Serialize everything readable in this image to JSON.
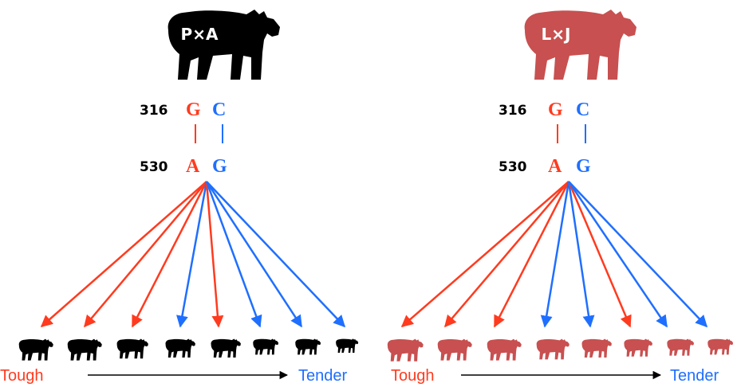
{
  "colors": {
    "allele_a": "#ff3b1f",
    "allele_b": "#1f6fff",
    "panel_left_animal": "#000000",
    "panel_right_animal": "#c85050",
    "axis": "#000000",
    "label_text": "#ffffff"
  },
  "panels": [
    {
      "cross_label": "P×A",
      "position_top": "316",
      "position_bottom": "530",
      "allele_top_left": "G",
      "allele_top_right": "C",
      "allele_bottom_left": "A",
      "allele_bottom_right": "G",
      "offspring_alleles": [
        "a",
        "a",
        "a",
        "b",
        "a",
        "b",
        "b",
        "b"
      ],
      "scale_left": "Tough",
      "scale_right": "Tender"
    },
    {
      "cross_label": "L×J",
      "position_top": "316",
      "position_bottom": "530",
      "allele_top_left": "G",
      "allele_top_right": "C",
      "allele_bottom_left": "A",
      "allele_bottom_right": "G",
      "offspring_alleles": [
        "a",
        "a",
        "a",
        "b",
        "b",
        "a",
        "b",
        "b"
      ],
      "scale_left": "Tough",
      "scale_right": "Tender"
    }
  ]
}
